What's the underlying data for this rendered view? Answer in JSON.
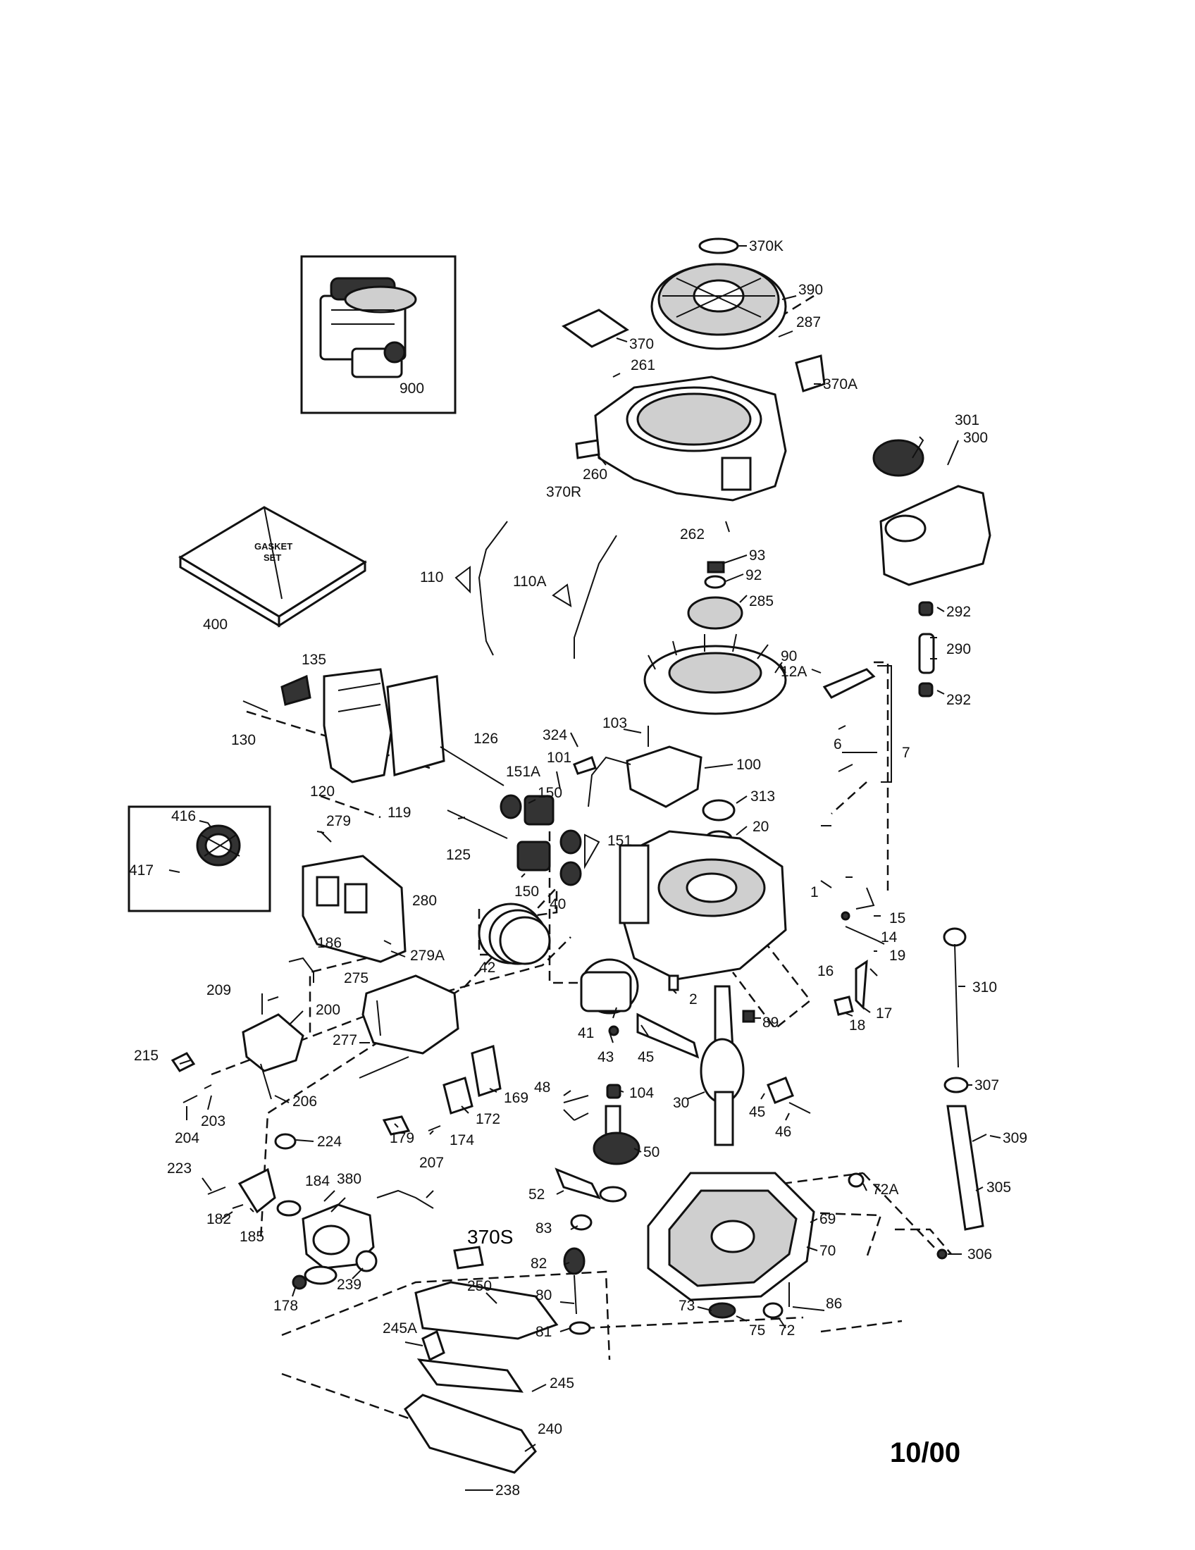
{
  "date_code": "10/00",
  "gasket_set_text": [
    "GASKET",
    "SET"
  ],
  "labels": {
    "l370K": "370K",
    "l390": "390",
    "l287": "287",
    "l370": "370",
    "l261": "261",
    "l370A": "370A",
    "l301": "301",
    "l300": "300",
    "l260": "260",
    "l370R": "370R",
    "l262": "262",
    "l900": "900",
    "l400": "400",
    "l110": "110",
    "l110A": "110A",
    "l93": "93",
    "l92": "92",
    "l285": "285",
    "l292a": "292",
    "l290": "290",
    "l292b": "292",
    "l90": "90",
    "l12A": "12A",
    "l7": "7",
    "l135": "135",
    "l130": "130",
    "l120": "120",
    "l119": "119",
    "l126": "126",
    "l324": "324",
    "l103": "103",
    "l101": "101",
    "l151A": "151A",
    "l150a": "150",
    "l100": "100",
    "l6": "6",
    "l313": "313",
    "l20": "20",
    "l416": "416",
    "l417": "417",
    "l279": "279",
    "l125": "125",
    "l151": "151",
    "l150b": "150",
    "l40": "40",
    "l1": "1",
    "l280": "280",
    "l279A": "279A",
    "l15": "15",
    "l14": "14",
    "l19": "19",
    "l42": "42",
    "l186": "186",
    "l275": "275",
    "l16": "16",
    "l17": "17",
    "l18": "18",
    "l310": "310",
    "l2": "2",
    "l89": "89",
    "l209": "209",
    "l200": "200",
    "l277": "277",
    "l41": "41",
    "l43": "43",
    "l45a": "45",
    "l215": "215",
    "l206": "206",
    "l203": "203",
    "l204": "204",
    "l48": "48",
    "l104": "104",
    "l169": "169",
    "l172": "172",
    "l179": "179",
    "l174": "174",
    "l30": "30",
    "l45b": "45",
    "l46": "46",
    "l307": "307",
    "l224": "224",
    "l50": "50",
    "l309": "309",
    "l207": "207",
    "l223": "223",
    "l184": "184",
    "l380": "380",
    "l52": "52",
    "l72A": "72A",
    "l305": "305",
    "l182": "182",
    "l185": "185",
    "l69": "69",
    "l83": "83",
    "l370S": "370S",
    "l70": "70",
    "l306": "306",
    "l82": "82",
    "l178": "178",
    "l239": "239",
    "l250": "250",
    "l80": "80",
    "l73": "73",
    "l86": "86",
    "l245A": "245A",
    "l81": "81",
    "l75": "75",
    "l72": "72",
    "l245": "245",
    "l240": "240",
    "l238": "238"
  },
  "icons": [
    "engine-assembly-icon",
    "gasket-set-icon",
    "blower-housing-icon",
    "starter-icon",
    "fuel-tank-icon",
    "flywheel-icon",
    "cylinder-block-icon",
    "crankshaft-icon",
    "carburetor-icon",
    "oil-sump-icon",
    "muffler-icon",
    "air-cleaner-icon"
  ]
}
